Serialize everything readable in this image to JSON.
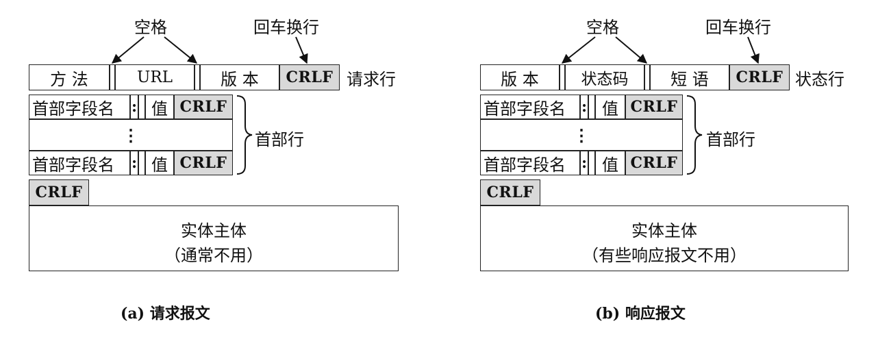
{
  "request": {
    "label_space": "空格",
    "label_crlf_top": "回车换行",
    "req_line": {
      "method": "方 法",
      "url": "URL",
      "version": "版 本",
      "crlf": "CRLF",
      "row_label": "请求行"
    },
    "header1": {
      "name": "首部字段名",
      "colon": ":",
      "value": "值",
      "crlf": "CRLF"
    },
    "header_dots": "⋮",
    "header2": {
      "name": "首部字段名",
      "colon": ":",
      "value": "值",
      "crlf": "CRLF"
    },
    "header_label": "首部行",
    "blank_crlf": "CRLF",
    "body": {
      "line1": "实体主体",
      "line2": "（通常不用）"
    },
    "caption": "(a) 请求报文"
  },
  "response": {
    "label_space": "空格",
    "label_crlf_top": "回车换行",
    "status_line": {
      "version": "版 本",
      "status_code": "状态码",
      "phrase": "短 语",
      "crlf": "CRLF",
      "row_label": "状态行"
    },
    "header1": {
      "name": "首部字段名",
      "colon": ":",
      "value": "值",
      "crlf": "CRLF"
    },
    "header_dots": "⋮",
    "header2": {
      "name": "首部字段名",
      "colon": ":",
      "value": "值",
      "crlf": "CRLF"
    },
    "header_label": "首部行",
    "blank_crlf": "CRLF",
    "body": {
      "line1": "实体主体",
      "line2": "（有些响应报文不用）"
    },
    "caption": "(b) 响应报文"
  }
}
